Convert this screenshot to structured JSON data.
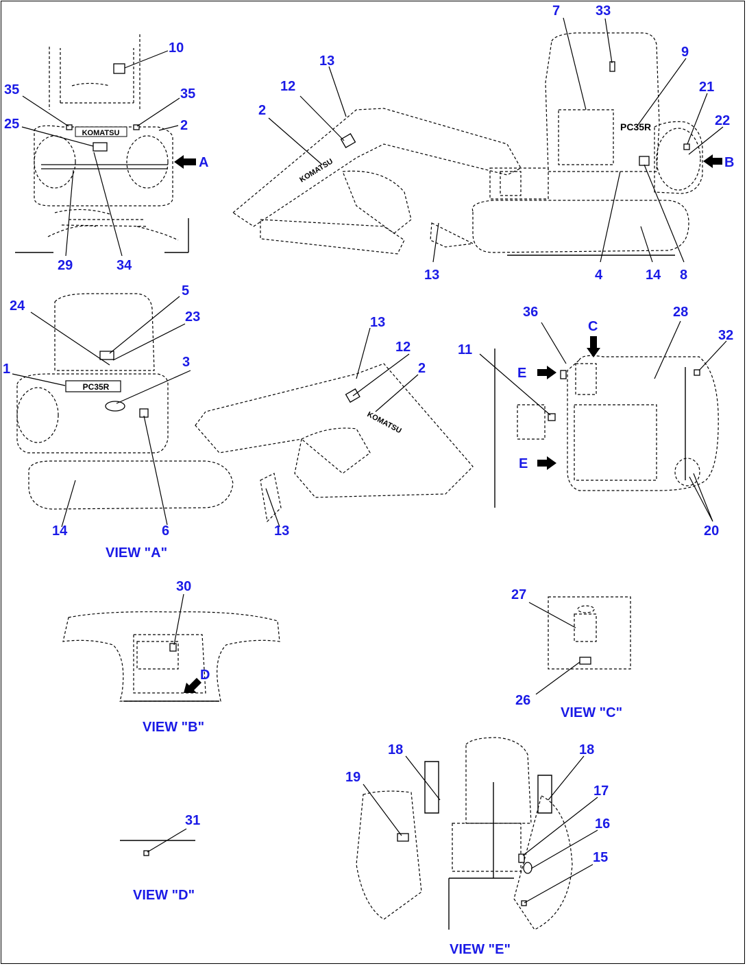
{
  "brand_text": "KOMATSU",
  "model_text": "PC35R",
  "callouts": [
    "1",
    "2",
    "3",
    "4",
    "5",
    "6",
    "7",
    "8",
    "9",
    "10",
    "11",
    "12",
    "13",
    "14",
    "15",
    "16",
    "17",
    "18",
    "19",
    "20",
    "21",
    "22",
    "23",
    "24",
    "25",
    "26",
    "27",
    "28",
    "29",
    "30",
    "31",
    "32",
    "33",
    "34",
    "35",
    "36"
  ],
  "view_markers": {
    "a": "A",
    "b": "B",
    "c": "C",
    "d": "D",
    "e": "E"
  },
  "view_labels": {
    "a": "VIEW \"A\"",
    "b": "VIEW \"B\"",
    "c": "VIEW \"C\"",
    "d": "VIEW \"D\"",
    "e": "VIEW \"E\""
  },
  "colors": {
    "callout": "#1a1ae6",
    "line": "#000000",
    "background": "#ffffff"
  }
}
